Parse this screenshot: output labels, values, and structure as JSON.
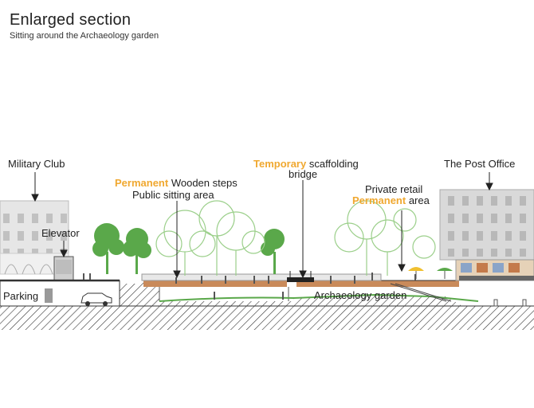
{
  "title": "Enlarged section",
  "subtitle": "Sitting around the Archaeology garden",
  "labels": {
    "military_club": "Military Club",
    "elevator": "Elevator",
    "parking": "Parking",
    "wooden_steps_highlight": "Permanent",
    "wooden_steps": "Wooden steps",
    "public_sitting": "Public sitting area",
    "scaffold_highlight": "Temporary",
    "scaffold": "scaffolding",
    "scaffold_line2": "bridge",
    "retail_line1": "Private retail",
    "retail_highlight": "Permanent",
    "retail_line2": "area",
    "post_office": "The Post Office",
    "archaeology_garden": "Archaeology garden"
  },
  "colors": {
    "highlight": "#f0a830",
    "wood_deck": "#c98a5a",
    "tree_outline": "#9bcf8a",
    "tree_fill": "#5aa84a",
    "ground_hatch": "#333333",
    "building_grey": "#d9d9d9"
  }
}
